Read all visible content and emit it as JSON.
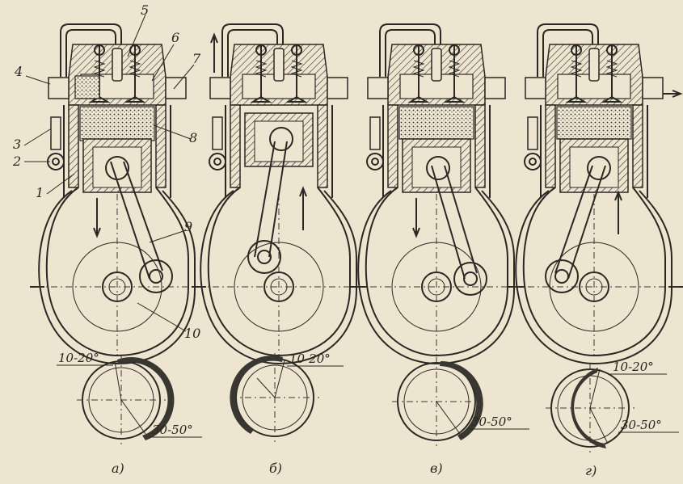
{
  "callouts": {
    "n1": "1",
    "n2": "2",
    "n3": "3",
    "n4": "4",
    "n5": "5",
    "n6": "6",
    "n7": "7",
    "n8": "8",
    "n9": "9",
    "n10": "10"
  },
  "strokes": [
    {
      "id": "a",
      "caption": "а)",
      "top_angle": "10-20°",
      "bottom_angle": "30-50°"
    },
    {
      "id": "b",
      "caption": "б)",
      "top_angle": "10-20°",
      "bottom_angle": ""
    },
    {
      "id": "v",
      "caption": "в)",
      "top_angle": "",
      "bottom_angle": "30-50°"
    },
    {
      "id": "g",
      "caption": "г)",
      "top_angle": "10-20°",
      "bottom_angle": "30-50°"
    }
  ],
  "colors": {
    "paper": "#ede5cf",
    "ink": "#2b2824"
  }
}
